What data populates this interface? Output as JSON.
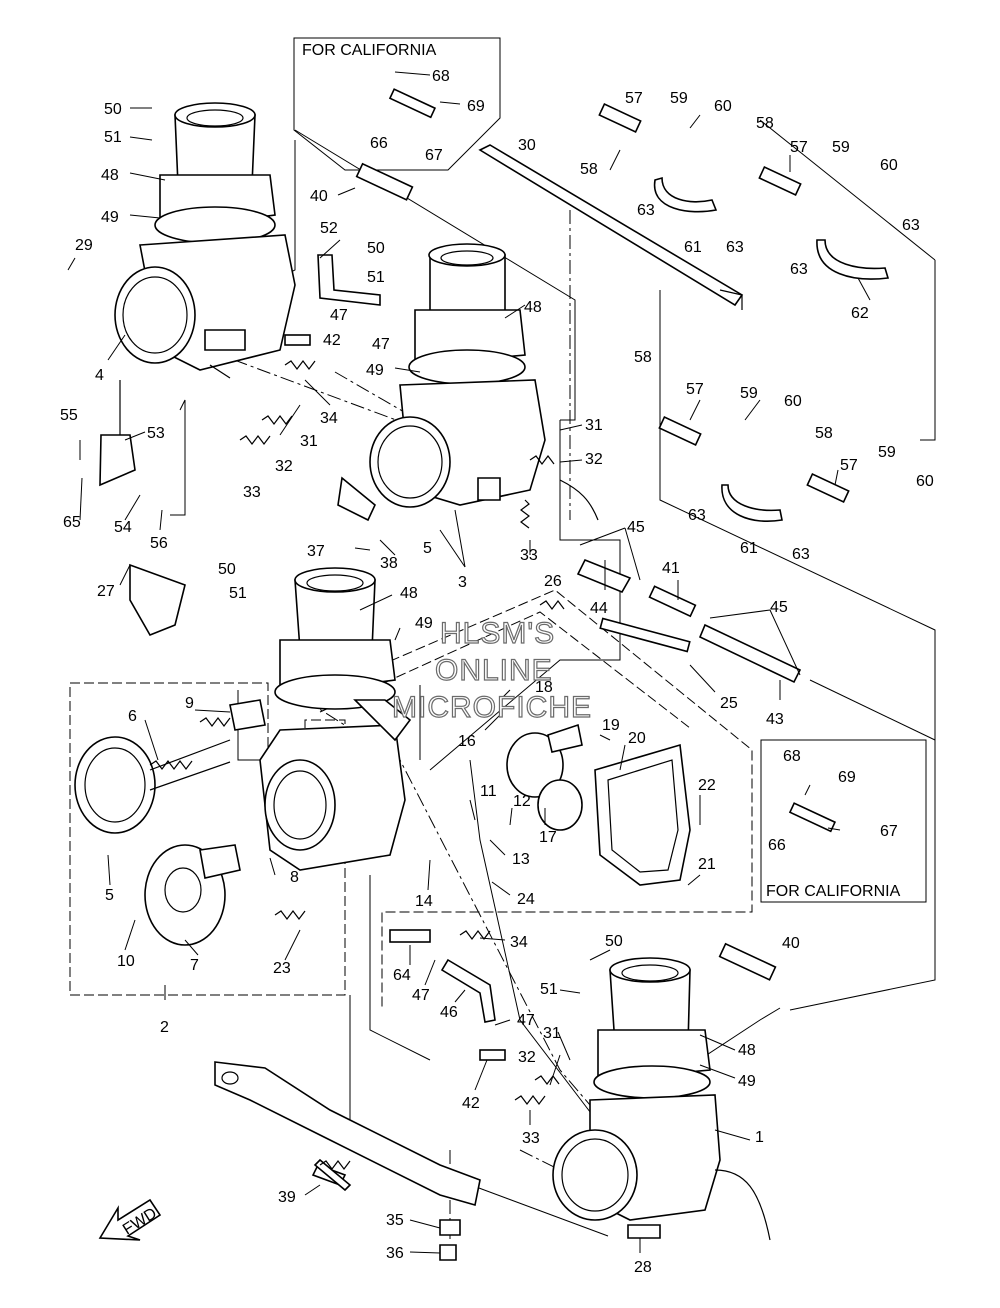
{
  "watermark": [
    "HLSM'S",
    "ONLINE",
    "MICROFICHE"
  ],
  "california_box_top_title": "FOR CALIFORNIA",
  "california_box_right_title": "FOR CALIFORNIA",
  "fwd_arrow_text": "FWD",
  "part_labels": {
    "p1": "1",
    "p2": "2",
    "p3": "3",
    "p4": "4",
    "p5a": "5",
    "p5b": "5",
    "p6": "6",
    "p7": "7",
    "p8": "8",
    "p9": "9",
    "p10": "10",
    "p11": "11",
    "p12": "12",
    "p13": "13",
    "p14": "14",
    "p16": "16",
    "p17": "17",
    "p18": "18",
    "p19": "19",
    "p20": "20",
    "p21": "21",
    "p22": "22",
    "p23": "23",
    "p24": "24",
    "p25": "25",
    "p26": "26",
    "p27": "27",
    "p28": "28",
    "p29": "29",
    "p30": "30",
    "p31a": "31",
    "p31b": "31",
    "p31c": "31",
    "p32a": "32",
    "p32b": "32",
    "p32c": "32",
    "p33a": "33",
    "p33b": "33",
    "p33c": "33",
    "p34a": "34",
    "p34b": "34",
    "p35": "35",
    "p36": "36",
    "p37": "37",
    "p38": "38",
    "p39": "39",
    "p40a": "40",
    "p40b": "40",
    "p41": "41",
    "p42a": "42",
    "p42b": "42",
    "p43": "43",
    "p44": "44",
    "p45a": "45",
    "p45b": "45",
    "p46": "46",
    "p47a": "47",
    "p47b": "47",
    "p47c": "47",
    "p47d": "47",
    "p48a": "48",
    "p48b": "48",
    "p48c": "48",
    "p48d": "48",
    "p49a": "49",
    "p49b": "49",
    "p49c": "49",
    "p49d": "49",
    "p50a": "50",
    "p50b": "50",
    "p50c": "50",
    "p50d": "50",
    "p51a": "51",
    "p51b": "51",
    "p51c": "51",
    "p51d": "51",
    "p52": "52",
    "p53": "53",
    "p54": "54",
    "p55": "55",
    "p56": "56",
    "p57a": "57",
    "p57b": "57",
    "p57c": "57",
    "p57d": "57",
    "p58a": "58",
    "p58b": "58",
    "p58c": "58",
    "p58d": "58",
    "p59a": "59",
    "p59b": "59",
    "p59c": "59",
    "p59d": "59",
    "p60a": "60",
    "p60b": "60",
    "p60c": "60",
    "p60d": "60",
    "p61a": "61",
    "p61b": "61",
    "p62": "62",
    "p63a": "63",
    "p63b": "63",
    "p63c": "63",
    "p63d": "63",
    "p63e": "63",
    "p63f": "63",
    "p64": "64",
    "p65": "65",
    "p66a": "66",
    "p66b": "66",
    "p67a": "67",
    "p67b": "67",
    "p68a": "68",
    "p68b": "68",
    "p69a": "69",
    "p69b": "69"
  }
}
